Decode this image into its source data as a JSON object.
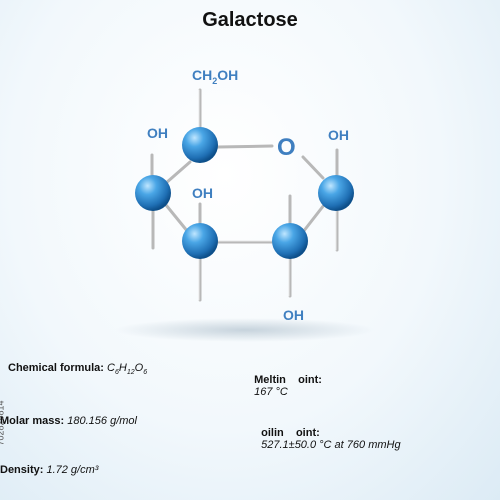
{
  "title": "Galactose",
  "molecule": {
    "labels": {
      "ch2oh_ch": "CH",
      "ch2oh_sub": "2",
      "ch2oh_oh": "OH",
      "oh_upper_left": "OH",
      "oh_upper_right": "OH",
      "oh_middle": "OH",
      "oh_bottom": "OH",
      "ring_oxygen": "O"
    },
    "colors": {
      "atom": "#2f8fd8",
      "atom_highlight": "#bfe6ff",
      "atom_shadow": "#0d4f8a",
      "bond": "#bdbdbd",
      "label": "#3f7fc0"
    }
  },
  "properties": {
    "formula": {
      "label": "Chemical formula:",
      "c": "C",
      "n1": "6",
      "h": "H",
      "n2": "12",
      "o": "O",
      "n3": "6"
    },
    "molar_mass": {
      "label": "Molar mass:",
      "value": "180.156 g/mol"
    },
    "density": {
      "label": "Density:",
      "value": "1.72 g/cm³"
    },
    "melting_point": {
      "label": "Meltin    oint:",
      "value": "167 °C"
    },
    "boiling_point": {
      "label": "oilin    oint:",
      "value": "527.1±50.0 °C at 760 mmHg"
    }
  },
  "watermark": {
    "side_id": "702825814"
  }
}
